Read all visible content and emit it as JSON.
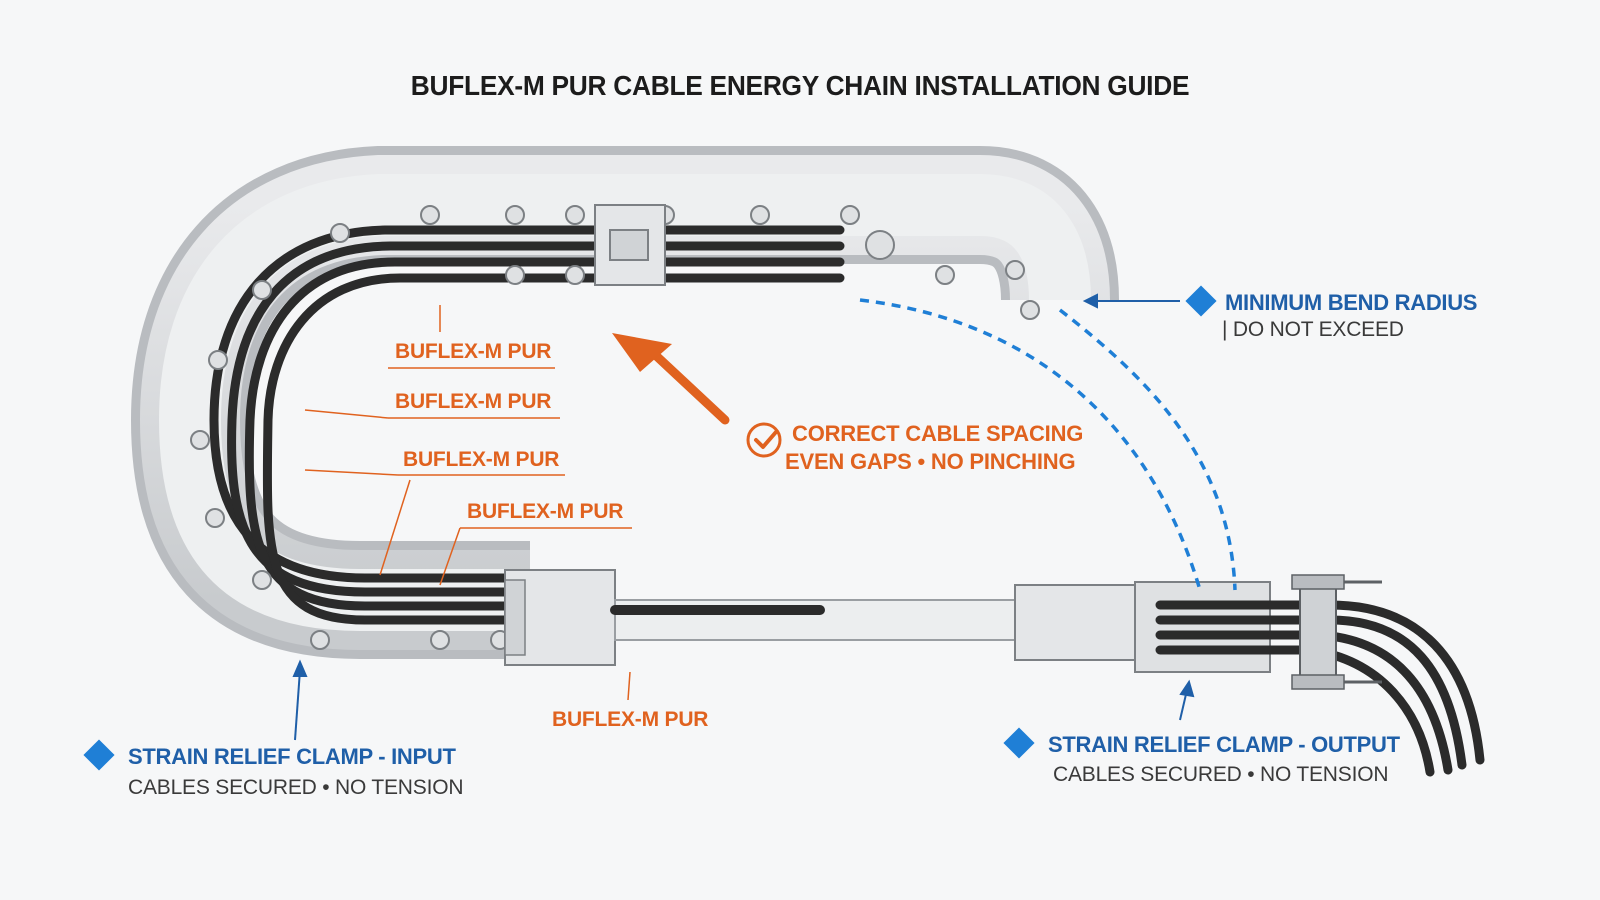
{
  "title": "BUFLEX-M PUR CABLE ENERGY CHAIN INSTALLATION GUIDE",
  "cable_labels": [
    "BUFLEX-M PUR",
    "BUFLEX-M PUR",
    "BUFLEX-M PUR",
    "BUFLEX-M PUR",
    "BUFLEX-M PUR"
  ],
  "spacing_note": {
    "line1": "CORRECT CABLE SPACING",
    "line2": "EVEN GAPS • NO PINCHING"
  },
  "bend_radius": {
    "title": "MINIMUM BEND RADIUS",
    "subtitle": "| DO NOT EXCEED"
  },
  "clamp_input": {
    "title": "STRAIN RELIEF CLAMP - INPUT",
    "subtitle": "CABLES SECURED • NO TENSION"
  },
  "clamp_output": {
    "title": "STRAIN RELIEF CLAMP - OUTPUT",
    "subtitle": "CABLES SECURED • NO TENSION"
  },
  "colors": {
    "orange_accent": "#e0621f",
    "blue_accent": "#1f5fa8",
    "diamond_blue": "#1f7fd6",
    "cable": "#2b2b2b",
    "chain": "#d6d8da"
  },
  "icons": [
    "check-circle-icon",
    "diamond-marker-icon",
    "arrow-icon"
  ]
}
